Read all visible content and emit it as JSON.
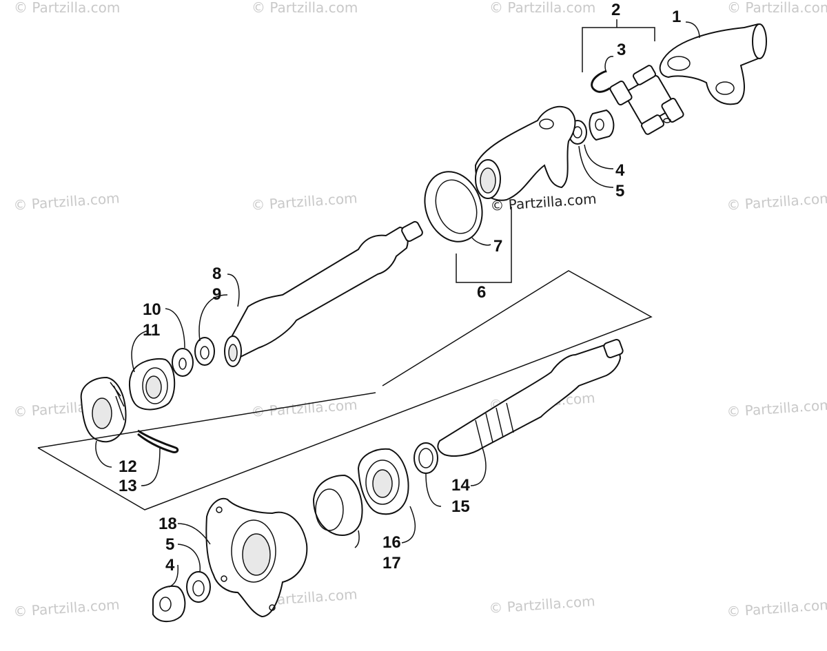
{
  "watermark_text": "© Partzilla.com",
  "callout_labels": {
    "l1": "1",
    "l2": "2",
    "l3": "3",
    "l4a": "4",
    "l5a": "5",
    "l6": "6",
    "l7": "7",
    "l8": "8",
    "l9": "9",
    "l10": "10",
    "l11": "11",
    "l12": "12",
    "l13": "13",
    "l14": "14",
    "l15": "15",
    "l16": "16",
    "l17": "17",
    "l18": "18",
    "l5b": "5",
    "l4b": "4"
  }
}
